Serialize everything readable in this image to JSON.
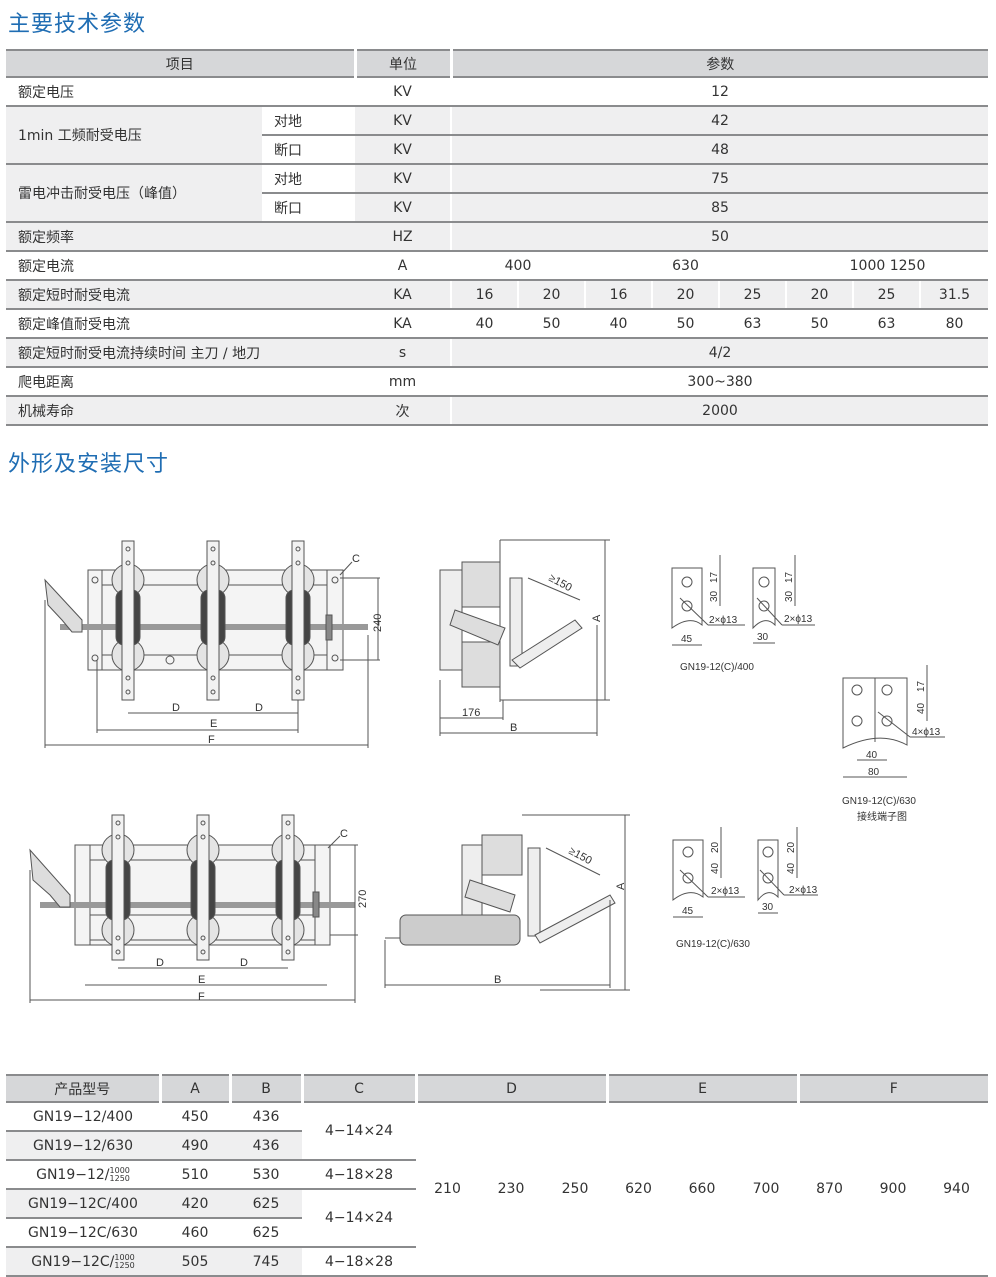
{
  "section1_title": "主要技术参数",
  "section2_title": "外形及安装尺寸",
  "spec_table": {
    "headers": [
      "项目",
      "单位",
      "参数"
    ],
    "rows": [
      {
        "label": "额定电压",
        "unit": "KV",
        "values": [
          "12"
        ]
      },
      {
        "label": "1min 工频耐受电压",
        "sub": "对地",
        "unit": "KV",
        "values": [
          "42"
        ]
      },
      {
        "sub": "断口",
        "unit": "KV",
        "values": [
          "48"
        ]
      },
      {
        "label": "雷电冲击耐受电压（峰值）",
        "sub": "对地",
        "unit": "KV",
        "values": [
          "75"
        ]
      },
      {
        "sub": "断口",
        "unit": "KV",
        "values": [
          "85"
        ]
      },
      {
        "label": "额定频率",
        "unit": "HZ",
        "values": [
          "50"
        ]
      },
      {
        "label": "额定电流",
        "unit": "A",
        "values": [
          "400",
          "630",
          "1000  1250"
        ]
      },
      {
        "label": "额定短时耐受电流",
        "unit": "KA",
        "values": [
          "16",
          "20",
          "16",
          "20",
          "25",
          "20",
          "25",
          "31.5"
        ]
      },
      {
        "label": "额定峰值耐受电流",
        "unit": "KA",
        "values": [
          "40",
          "50",
          "40",
          "50",
          "63",
          "50",
          "63",
          "80"
        ]
      },
      {
        "label": "额定短时耐受电流持续时间 主刀 / 地刀",
        "unit": "s",
        "values": [
          "4/2"
        ]
      },
      {
        "label": "爬电距离",
        "unit": "mm",
        "values": [
          "300~380"
        ]
      },
      {
        "label": "机械寿命",
        "unit": "次",
        "values": [
          "2000"
        ]
      }
    ]
  },
  "drawing_labels": {
    "D": "D",
    "E": "E",
    "F": "F",
    "C": "C",
    "A": "A",
    "B": "B",
    "dim_240": "240",
    "dim_270": "270",
    "dim_150": "≥150",
    "dim_176": "176",
    "d17": "17",
    "d30": "30",
    "d20": "20",
    "d40": "40",
    "d45": "45",
    "d80": "80",
    "holes2": "2×ϕ13",
    "holes4": "4×ϕ13",
    "term_400": "GN19-12(C)/400",
    "term_630": "GN19-12(C)/630",
    "term_caption": "接线端子图"
  },
  "dim_table": {
    "headers": [
      "产品型号",
      "A",
      "B",
      "C",
      "D",
      "E",
      "F"
    ],
    "rows": [
      {
        "model": "GN19−12/400",
        "A": "450",
        "B": "436"
      },
      {
        "model": "GN19−12/630",
        "A": "490",
        "B": "436"
      },
      {
        "model": "GN19−12/",
        "frac": [
          "1000",
          "1250"
        ],
        "A": "510",
        "B": "530"
      },
      {
        "model": "GN19−12C/400",
        "A": "420",
        "B": "625"
      },
      {
        "model": "GN19−12C/630",
        "A": "460",
        "B": "625"
      },
      {
        "model": "GN19−12C/",
        "frac": [
          "1000",
          "1250"
        ],
        "A": "505",
        "B": "745"
      }
    ],
    "c_groups": [
      {
        "value": "4−14×24",
        "rows": 2
      },
      {
        "value": "4−18×28",
        "rows": 1
      },
      {
        "value": "4−14×24",
        "rows": 2
      },
      {
        "value": "4−18×28",
        "rows": 1
      }
    ],
    "D": [
      "210",
      "230",
      "250"
    ],
    "E": [
      "620",
      "660",
      "700"
    ],
    "F": [
      "870",
      "900",
      "940"
    ]
  }
}
